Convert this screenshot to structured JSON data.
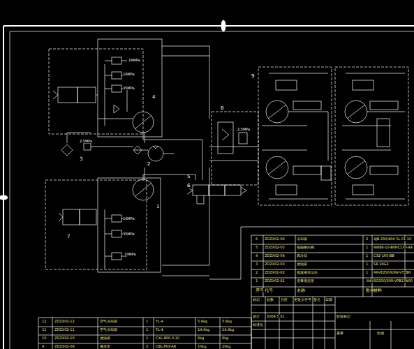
{
  "diagram": {
    "labels": [
      "16MPa",
      "16MPa",
      "35MPa",
      "2.5MPa",
      "2.5MPa",
      "16MPa",
      "35MPa",
      "10MPa",
      "4",
      "1",
      "2",
      "3",
      "5",
      "6",
      "8",
      "9",
      "7",
      "6",
      "ZDZX02-06",
      "冷却器",
      "2",
      "4JB 230/40A 5L 01 10",
      "5",
      "ZDZX02-05",
      "电磁换向阀",
      "1",
      "4WE6-10-B0HC130-44",
      "4",
      "ZDZX02-04",
      "风冷却",
      "1",
      "C32-165-BB",
      "3",
      "ZDZX02-03",
      "滤油器",
      "1",
      "SE-19G3",
      "2",
      "ZDZX02-02",
      "低速液压马达",
      "1",
      "A6VE250/63W-VTZB0",
      "1",
      "ZDZX02-01",
      "变量液压泵",
      "2",
      "A4VSO250/30R-VPB13N00",
      "序号",
      "代号",
      "名称",
      "数量",
      "材料",
      "标记",
      "处数",
      "分区",
      "更改文件号",
      "签名",
      "日期",
      "设计",
      "2008.5.31",
      "标准化",
      "阶段标记",
      "重量",
      "比例",
      "12",
      "ZDZX02-12",
      "空气冷却器",
      "1",
      "YL-4",
      "5.6kg",
      "5.6kg",
      "11",
      "ZDZX02-11",
      "空气冷却器",
      "1",
      "FL-4",
      "14.4kg",
      "14.4kg",
      "10",
      "ZDZX02-10",
      "滤油器",
      "1",
      "CXL-800-3-1C",
      "6kg",
      "6kg",
      "9",
      "ZDZX02-09",
      "液压泵",
      "2",
      "CBL-F63-AR",
      "10kg",
      "20kg"
    ]
  }
}
